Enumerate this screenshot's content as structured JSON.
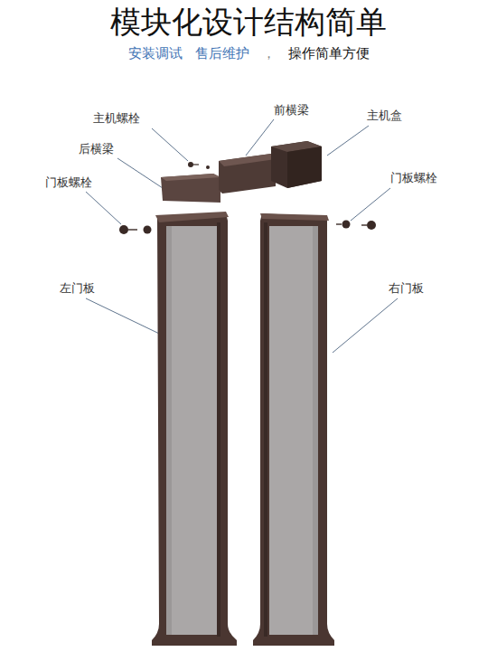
{
  "diagram": {
    "title": "模块化设计结构简单",
    "labels": [
      "安装调试",
      "售后维护",
      "，",
      "操作简单方便",
      "主机螺栓",
      "前横梁",
      "主机盒",
      "后横梁",
      "门板螺栓",
      "门板螺栓",
      "左门板",
      "右门板"
    ]
  }
}
